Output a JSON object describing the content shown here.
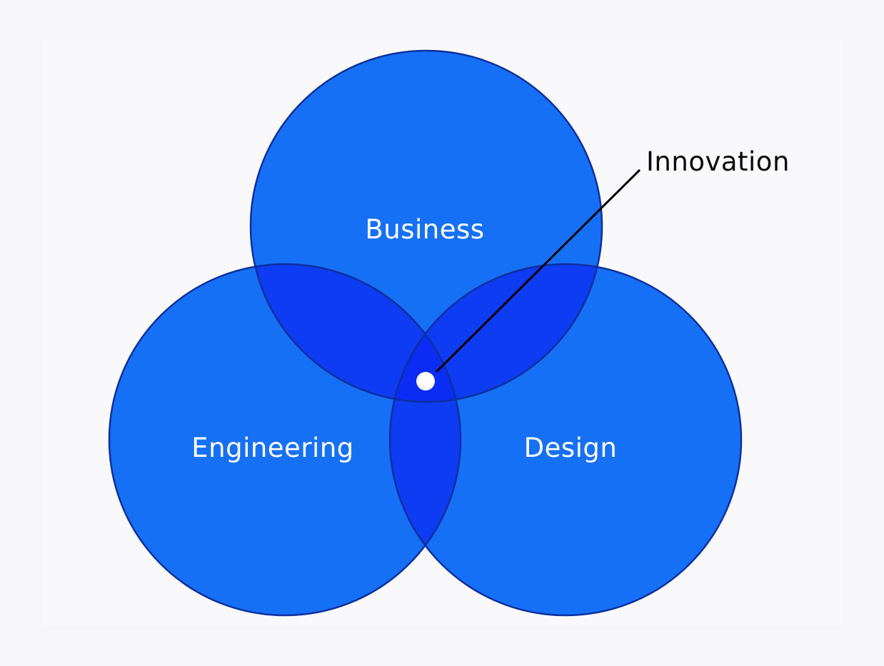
{
  "diagram": {
    "circles": [
      {
        "id": "business",
        "label": "Business"
      },
      {
        "id": "engineering",
        "label": "Engineering"
      },
      {
        "id": "design",
        "label": "Design"
      }
    ],
    "intersection_label": "Innovation",
    "colors": {
      "circle_fill": "#1670f6",
      "circle_stroke": "#0d2f9e",
      "overlap_two": "#0e3cf2",
      "overlap_three": "#0a2cf3",
      "marker": "#ffffff",
      "callout_line": "#000000",
      "background": "#f7f7f9"
    }
  }
}
